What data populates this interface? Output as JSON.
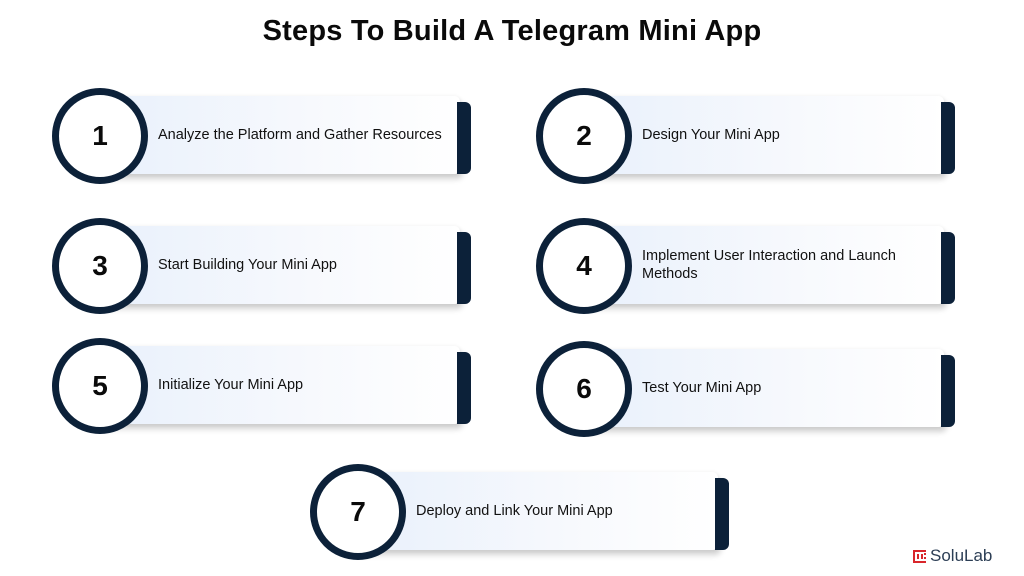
{
  "title": "Steps To Build A Telegram Mini App",
  "steps": [
    {
      "number": "1",
      "label": "Analyze the Platform and Gather Resources"
    },
    {
      "number": "2",
      "label": "Design Your Mini App"
    },
    {
      "number": "3",
      "label": "Start Building Your Mini App"
    },
    {
      "number": "4",
      "label": "Implement User Interaction and Launch Methods"
    },
    {
      "number": "5",
      "label": "Initialize Your Mini App"
    },
    {
      "number": "6",
      "label": "Test Your Mini App"
    },
    {
      "number": "7",
      "label": "Deploy and Link Your Mini App"
    }
  ],
  "brand": {
    "name": "SoluLab",
    "accent_color": "#0c2139",
    "logo_color": "#d9262b"
  }
}
